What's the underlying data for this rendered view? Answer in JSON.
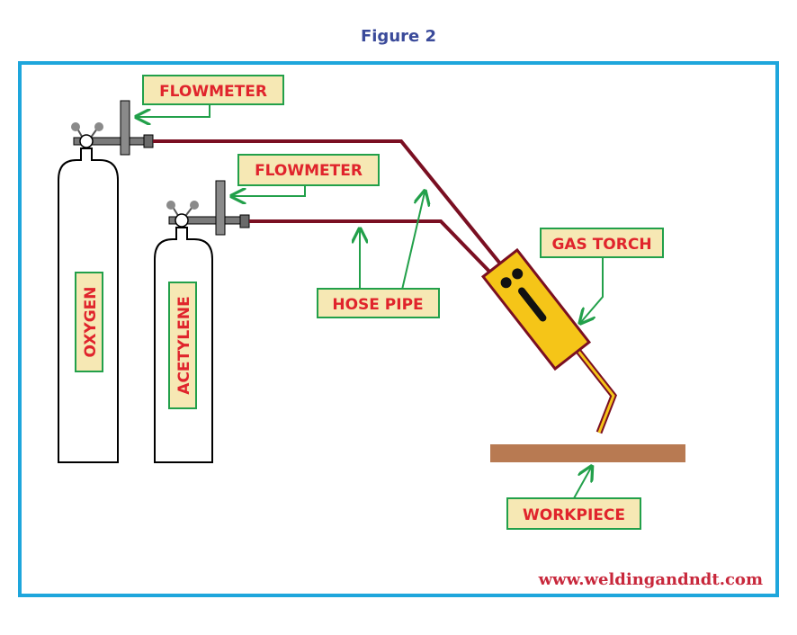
{
  "figure_title": "Figure 2",
  "labels": {
    "flowmeter_oxygen": "FLOWMETER",
    "flowmeter_acetylene": "FLOWMETER",
    "gas_torch": "GAS TORCH",
    "hose_pipe": "HOSE PIPE",
    "workpiece": "WORKPIECE",
    "oxygen_cylinder": "OXYGEN",
    "acetylene_cylinder": "ACETYLENE"
  },
  "watermark": "www.weldingandndt.com",
  "colors": {
    "frame_border": "#1ea6dc",
    "label_fill": "#f6e8b4",
    "label_border": "#22a04a",
    "label_text": "#e0242c",
    "arrow": "#22a04a",
    "hose": "#7a0f22",
    "torch_body": "#f5c518",
    "workpiece": "#b87a52",
    "regulator": "#7a7a7a"
  }
}
